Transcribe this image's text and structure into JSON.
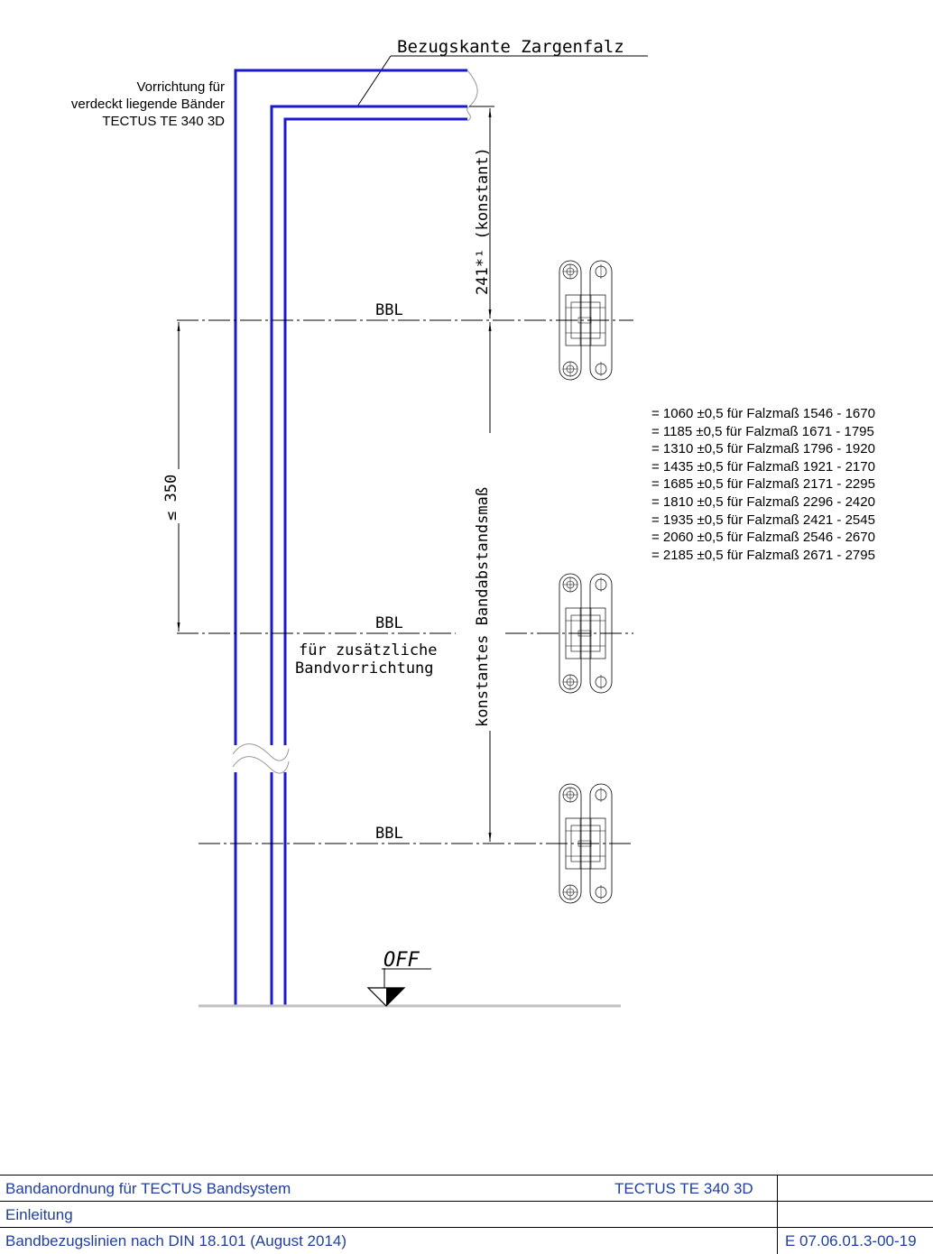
{
  "header": {
    "reference_edge": "Bezugskante Zargenfalz"
  },
  "device_label": {
    "line1": "Vorrichtung für",
    "line2": "verdeckt liegende Bänder",
    "line3": "TECTUS TE 340 3D"
  },
  "dimensions": {
    "top_distance": "241*¹ (konstant)",
    "max_spacing": "≤ 350",
    "hinge_spacing": "konstantes Bandabstandsmaß"
  },
  "bbl_labels": [
    "BBL",
    "BBL",
    "BBL"
  ],
  "additional_device": {
    "line1": "für zusätzliche",
    "line2": "Bandvorrichtung"
  },
  "floor_label": "OFF",
  "spacing_table": [
    "= 1060 ±0,5 für Falzmaß 1546 - 1670",
    "= 1185 ±0,5 für Falzmaß 1671 - 1795",
    "= 1310 ±0,5 für Falzmaß 1796 - 1920",
    "= 1435 ±0,5 für Falzmaß 1921 - 2170",
    "= 1685 ±0,5 für Falzmaß 2171 - 2295",
    "= 1810 ±0,5 für Falzmaß 2296 - 2420",
    "= 1935 ±0,5 für Falzmaß 2421 - 2545",
    "= 2060 ±0,5 für Falzmaß 2546 - 2670",
    "= 2185 ±0,5 für Falzmaß 2671 - 2795"
  ],
  "title_block": {
    "row1_left": "Bandanordnung für TECTUS Bandsystem",
    "row1_right": "TECTUS TE 340 3D",
    "row2_left": "Einleitung",
    "row3_left": "Bandbezugslinien nach DIN 18.101   (August 2014)",
    "row3_right": "E 07.06.01.3-00-19"
  },
  "colors": {
    "frame_line": "#1a1acc",
    "title_text": "#1f3fa0",
    "floor_line": "#c0c0c0"
  }
}
